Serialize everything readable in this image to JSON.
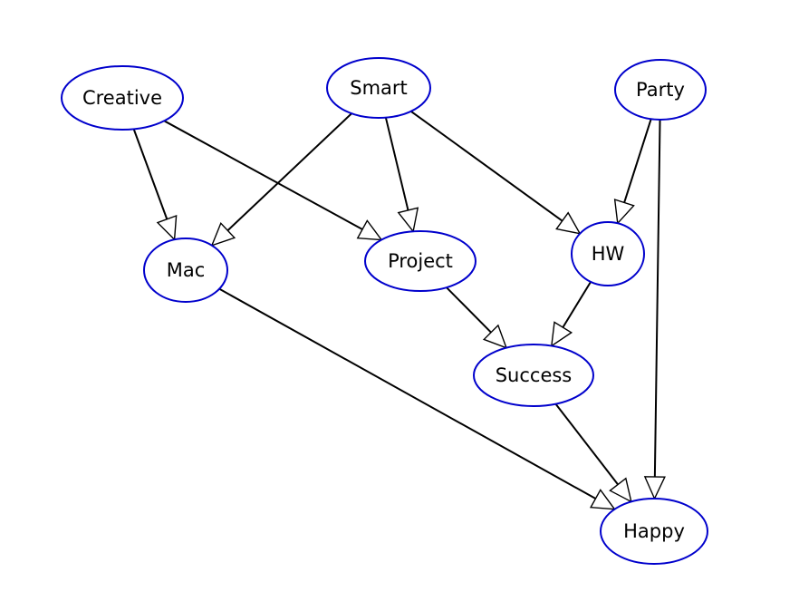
{
  "graph": {
    "type": "directed-graph",
    "node_stroke_color": "#0000cc",
    "edge_color": "#000000",
    "arrowhead": "hollow-triangle",
    "nodes": [
      {
        "id": "creative",
        "label": "Creative"
      },
      {
        "id": "smart",
        "label": "Smart"
      },
      {
        "id": "party",
        "label": "Party"
      },
      {
        "id": "mac",
        "label": "Mac"
      },
      {
        "id": "project",
        "label": "Project"
      },
      {
        "id": "hw",
        "label": "HW"
      },
      {
        "id": "success",
        "label": "Success"
      },
      {
        "id": "happy",
        "label": "Happy"
      }
    ],
    "edges": [
      {
        "from": "creative",
        "to": "mac"
      },
      {
        "from": "creative",
        "to": "project"
      },
      {
        "from": "smart",
        "to": "mac"
      },
      {
        "from": "smart",
        "to": "project"
      },
      {
        "from": "smart",
        "to": "hw"
      },
      {
        "from": "party",
        "to": "hw"
      },
      {
        "from": "party",
        "to": "happy"
      },
      {
        "from": "mac",
        "to": "happy"
      },
      {
        "from": "project",
        "to": "success"
      },
      {
        "from": "hw",
        "to": "success"
      },
      {
        "from": "success",
        "to": "happy"
      }
    ]
  }
}
